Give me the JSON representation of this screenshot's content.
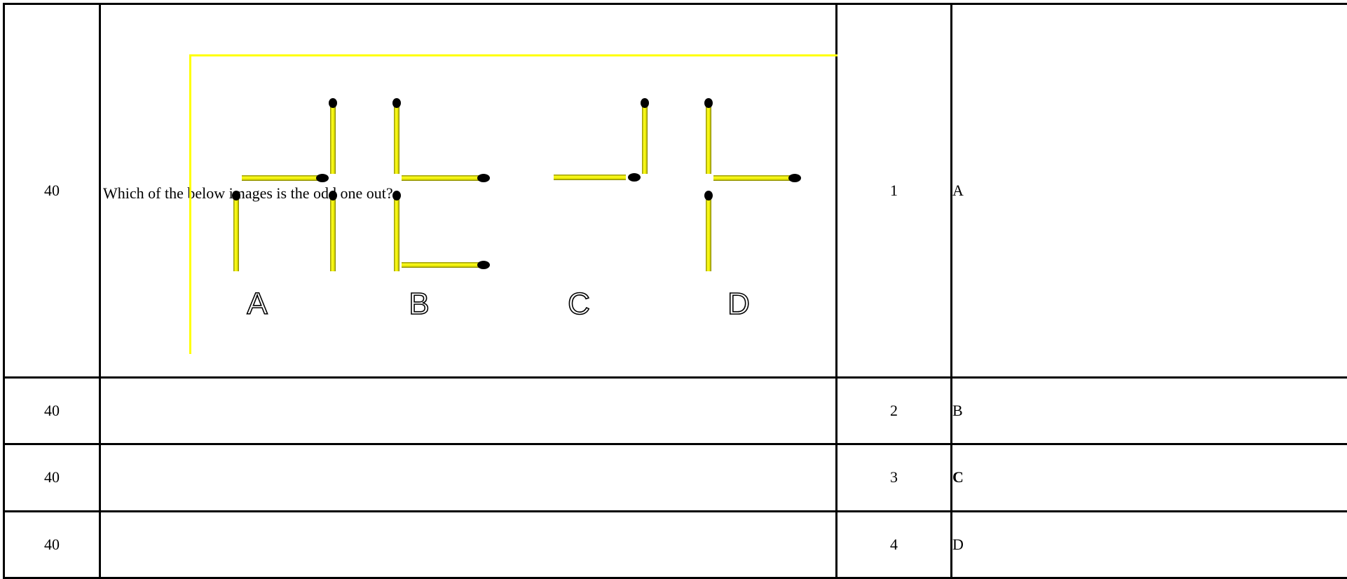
{
  "rows": [
    {
      "points": "40",
      "question": "Which of the below images is the odd one out?",
      "option_number": "1",
      "option_text": "A"
    },
    {
      "points": "40",
      "question": "",
      "option_number": "2",
      "option_text": "B"
    },
    {
      "points": "40",
      "question": "",
      "option_number": "3",
      "option_text": "C"
    },
    {
      "points": "40",
      "question": "",
      "option_number": "4",
      "option_text": "D"
    }
  ],
  "puzzle": {
    "figure_labels": [
      "A",
      "B",
      "C",
      "D"
    ],
    "colors": {
      "frame": "#ffff00",
      "stick": "#e8e800",
      "stick_edge": "#8c8c00",
      "head": "#000000"
    },
    "icon": "matchstick-puzzle"
  }
}
